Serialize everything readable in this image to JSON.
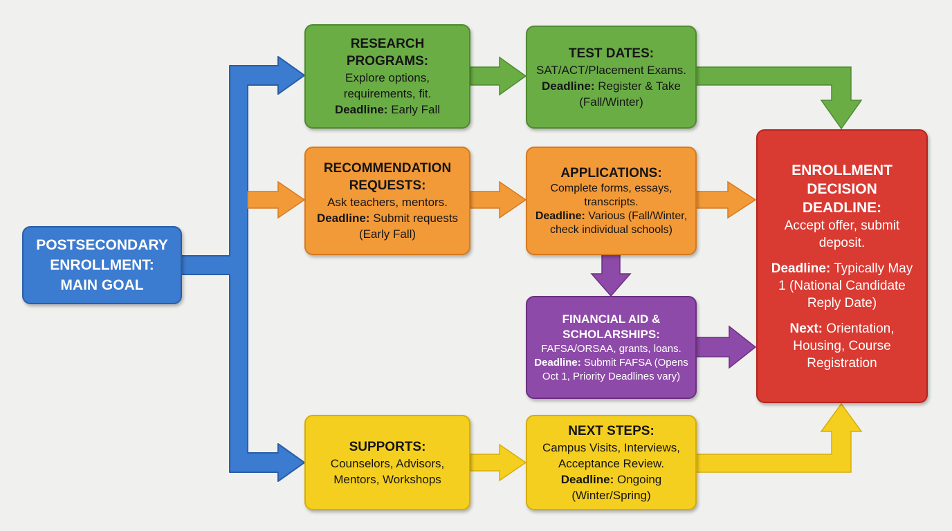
{
  "colors": {
    "blue": "#3b7bd0",
    "green": "#6aad45",
    "orange": "#f39a38",
    "yellow": "#f5cf1f",
    "purple": "#8e4aa8",
    "red": "#d93a32",
    "background": "#f0f0ee"
  },
  "main_goal": {
    "title": "POSTSECONDARY ENROLLMENT: MAIN GOAL"
  },
  "research_programs": {
    "title": "RESEARCH PROGRAMS:",
    "description": "Explore options, requirements, fit.",
    "deadline_label": "Deadline:",
    "deadline_value": "Early Fall"
  },
  "test_dates": {
    "title": "TEST DATES:",
    "description": "SAT/ACT/Placement Exams.",
    "deadline_label": "Deadline:",
    "deadline_value": "Register & Take (Fall/Winter)"
  },
  "recommendation_requests": {
    "title": "RECOMMENDATION REQUESTS:",
    "description": "Ask teachers, mentors.",
    "deadline_label": "Deadline:",
    "deadline_value": "Submit requests (Early Fall)"
  },
  "applications": {
    "title": "APPLICATIONS:",
    "description": "Complete forms, essays, transcripts.",
    "deadline_label": "Deadline:",
    "deadline_value": "Various (Fall/Winter, check individual schools)"
  },
  "financial_aid": {
    "title": "FINANCIAL AID & SCHOLARSHIPS:",
    "description": "FAFSA/ORSAA, grants, loans.",
    "deadline_label": "Deadline:",
    "deadline_value": "Submit FAFSA (Opens Oct 1, Priority Deadlines vary)"
  },
  "supports": {
    "title": "SUPPORTS:",
    "description": "Counselors, Advisors, Mentors, Workshops"
  },
  "next_steps": {
    "title": "NEXT STEPS:",
    "description": "Campus Visits, Interviews, Acceptance Review.",
    "deadline_label": "Deadline:",
    "deadline_value": "Ongoing (Winter/Spring)"
  },
  "enrollment_decision": {
    "title": "ENROLLMENT DECISION DEADLINE:",
    "description": "Accept offer, submit deposit.",
    "deadline_label": "Deadline:",
    "deadline_value": "Typically May 1 (National Candidate Reply Date)",
    "next_label": "Next:",
    "next_value": "Orientation, Housing, Course Registration"
  }
}
